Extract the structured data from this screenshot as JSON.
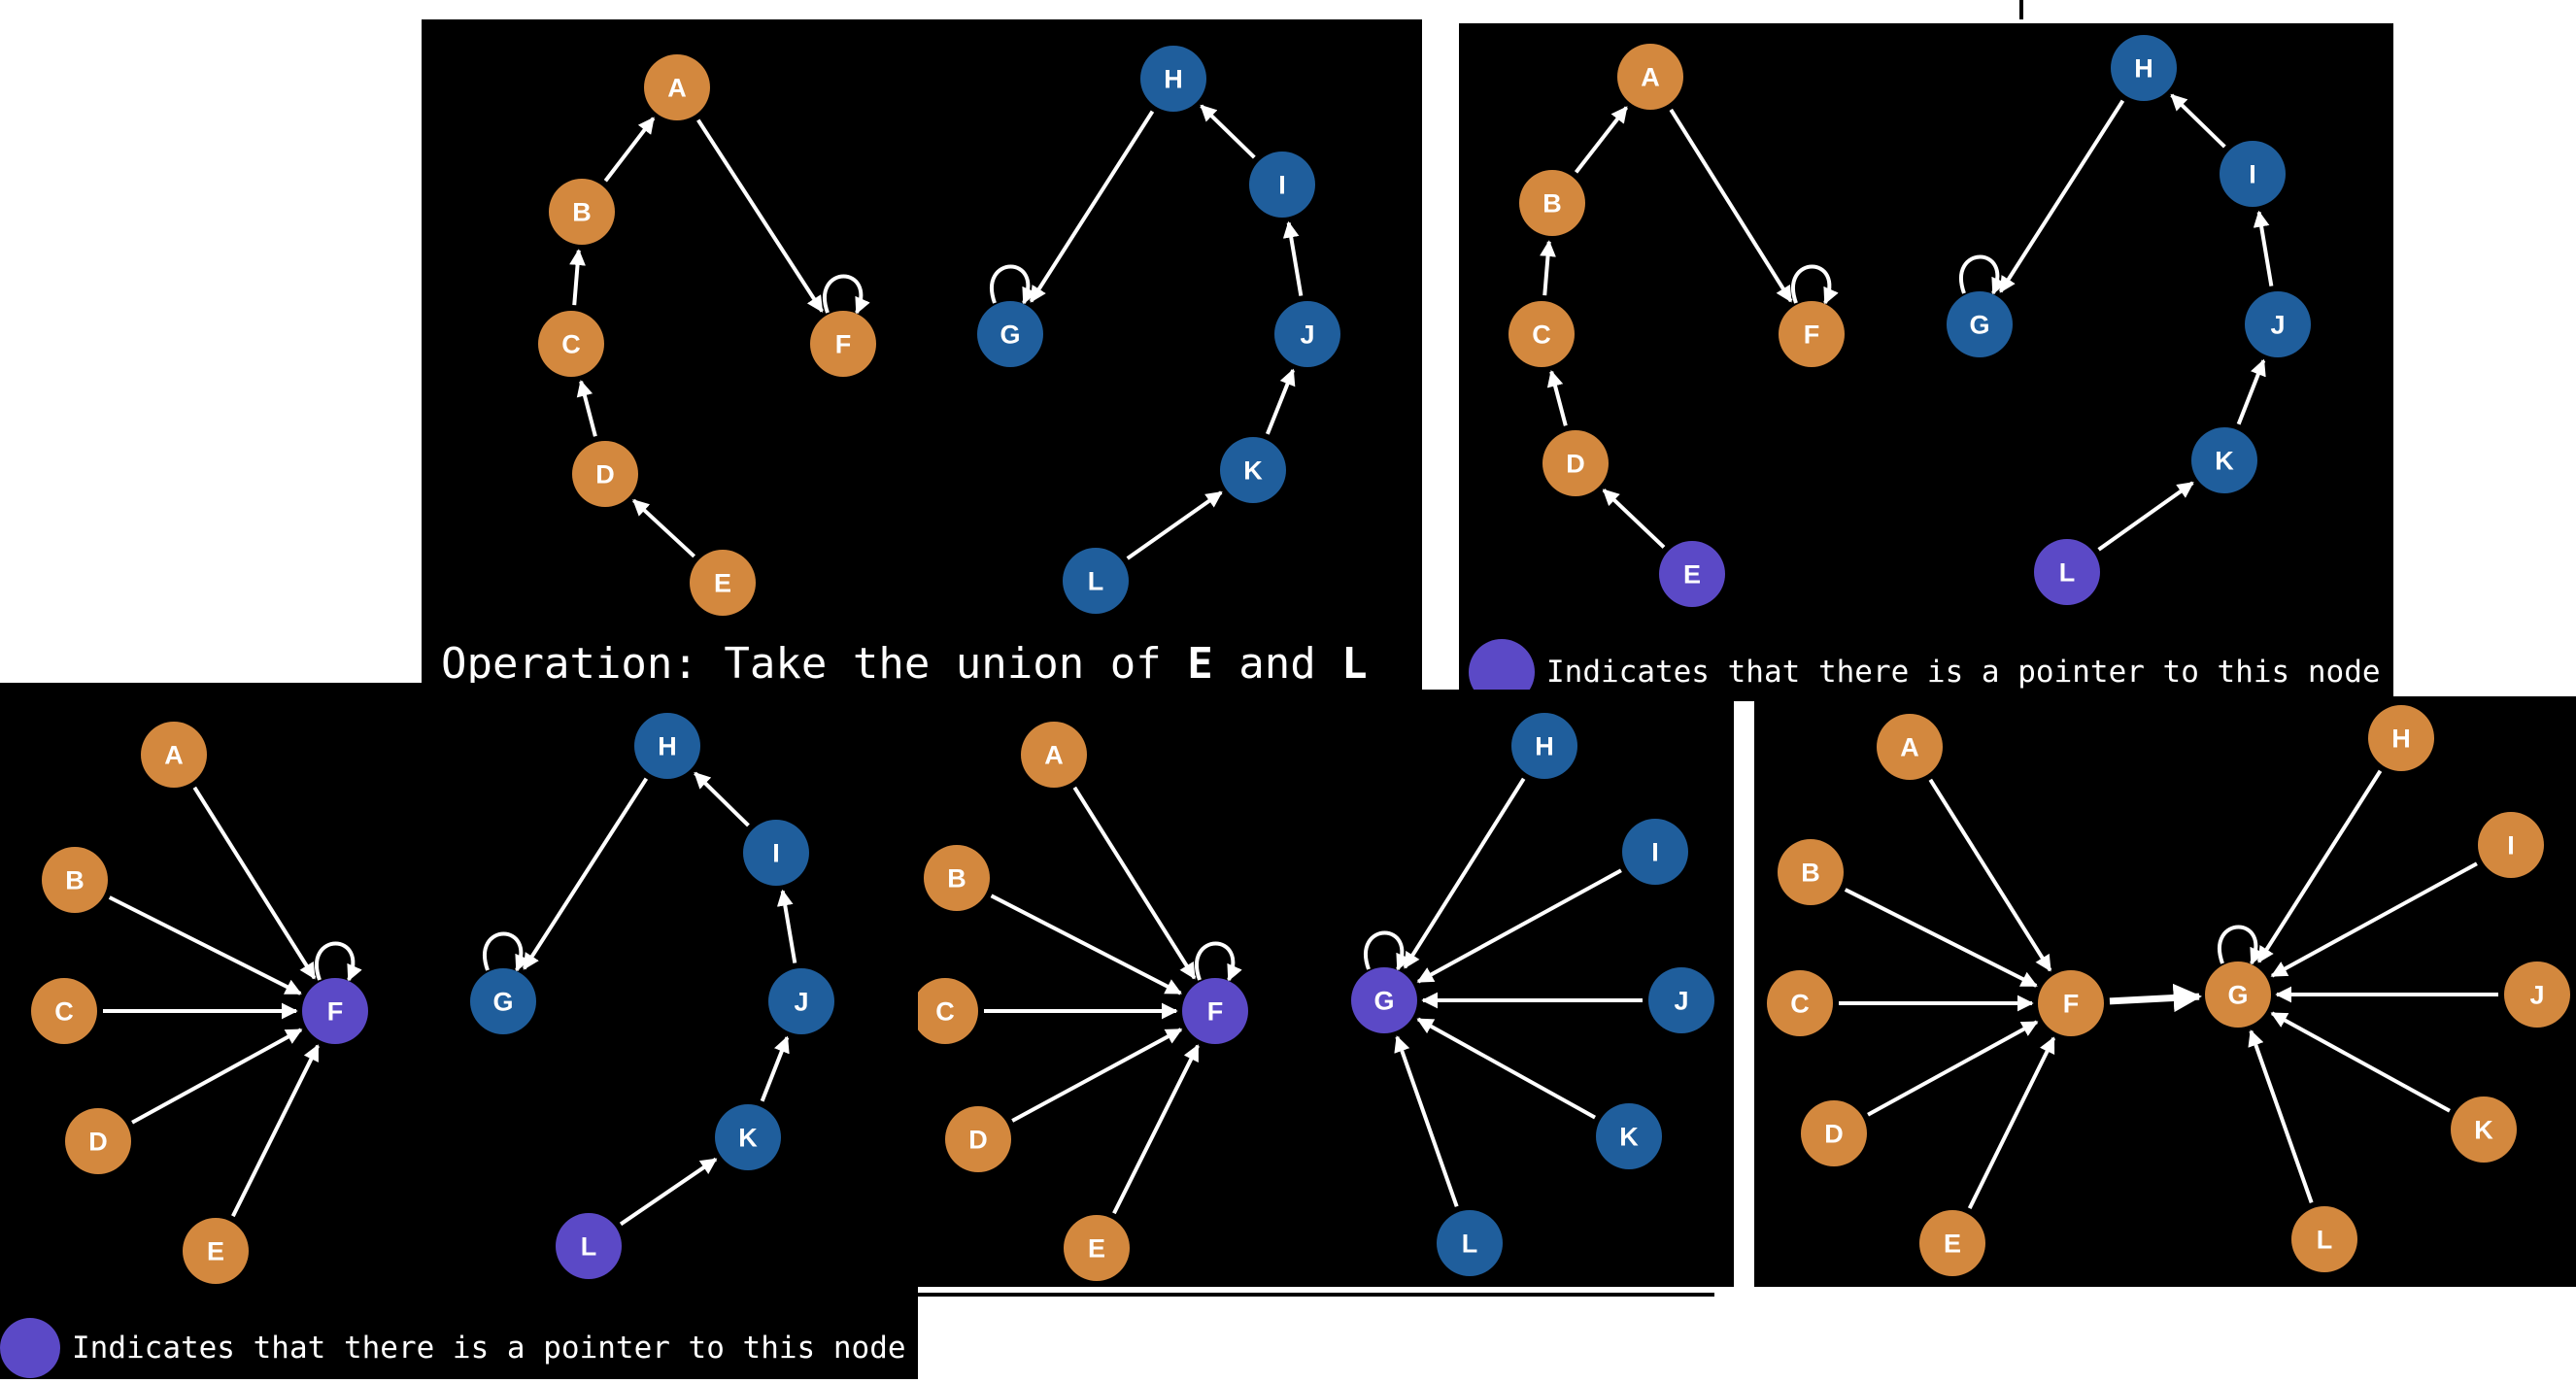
{
  "colors": {
    "orange": "#D3883E",
    "blue": "#1F5E9C",
    "pointer": "#5B49C6",
    "edge": "#FFFFFF",
    "background": "#000000"
  },
  "caption": {
    "prefix": "Operation: Take the union of ",
    "first": "E",
    "middle": " and ",
    "second": "L"
  },
  "legend": {
    "text": "Indicates that there is a pointer to this node"
  },
  "panels": [
    {
      "id": "p1",
      "nodes": [
        {
          "label": "A",
          "color": "orange"
        },
        {
          "label": "B",
          "color": "orange"
        },
        {
          "label": "C",
          "color": "orange"
        },
        {
          "label": "D",
          "color": "orange"
        },
        {
          "label": "E",
          "color": "orange"
        },
        {
          "label": "F",
          "color": "orange"
        },
        {
          "label": "G",
          "color": "blue"
        },
        {
          "label": "H",
          "color": "blue"
        },
        {
          "label": "I",
          "color": "blue"
        },
        {
          "label": "J",
          "color": "blue"
        },
        {
          "label": "K",
          "color": "blue"
        },
        {
          "label": "L",
          "color": "blue"
        }
      ],
      "edges": [
        [
          "E",
          "D"
        ],
        [
          "D",
          "C"
        ],
        [
          "C",
          "B"
        ],
        [
          "B",
          "A"
        ],
        [
          "A",
          "F"
        ],
        [
          "L",
          "K"
        ],
        [
          "K",
          "J"
        ],
        [
          "J",
          "I"
        ],
        [
          "I",
          "H"
        ],
        [
          "H",
          "G"
        ]
      ],
      "self_loops": [
        "F",
        "G"
      ]
    },
    {
      "id": "p2",
      "nodes": [
        {
          "label": "A",
          "color": "orange"
        },
        {
          "label": "B",
          "color": "orange"
        },
        {
          "label": "C",
          "color": "orange"
        },
        {
          "label": "D",
          "color": "orange"
        },
        {
          "label": "E",
          "color": "pointer"
        },
        {
          "label": "F",
          "color": "orange"
        },
        {
          "label": "G",
          "color": "blue"
        },
        {
          "label": "H",
          "color": "blue"
        },
        {
          "label": "I",
          "color": "blue"
        },
        {
          "label": "J",
          "color": "blue"
        },
        {
          "label": "K",
          "color": "blue"
        },
        {
          "label": "L",
          "color": "pointer"
        }
      ],
      "edges": [
        [
          "E",
          "D"
        ],
        [
          "D",
          "C"
        ],
        [
          "C",
          "B"
        ],
        [
          "B",
          "A"
        ],
        [
          "A",
          "F"
        ],
        [
          "L",
          "K"
        ],
        [
          "K",
          "J"
        ],
        [
          "J",
          "I"
        ],
        [
          "I",
          "H"
        ],
        [
          "H",
          "G"
        ]
      ],
      "self_loops": [
        "F",
        "G"
      ]
    },
    {
      "id": "p3",
      "nodes": [
        {
          "label": "A",
          "color": "orange"
        },
        {
          "label": "B",
          "color": "orange"
        },
        {
          "label": "C",
          "color": "orange"
        },
        {
          "label": "D",
          "color": "orange"
        },
        {
          "label": "E",
          "color": "orange"
        },
        {
          "label": "F",
          "color": "pointer"
        },
        {
          "label": "G",
          "color": "blue"
        },
        {
          "label": "H",
          "color": "blue"
        },
        {
          "label": "I",
          "color": "blue"
        },
        {
          "label": "J",
          "color": "blue"
        },
        {
          "label": "K",
          "color": "blue"
        },
        {
          "label": "L",
          "color": "pointer"
        }
      ],
      "edges": [
        [
          "A",
          "F"
        ],
        [
          "B",
          "F"
        ],
        [
          "C",
          "F"
        ],
        [
          "D",
          "F"
        ],
        [
          "E",
          "F"
        ],
        [
          "L",
          "K"
        ],
        [
          "K",
          "J"
        ],
        [
          "J",
          "I"
        ],
        [
          "I",
          "H"
        ],
        [
          "H",
          "G"
        ]
      ],
      "self_loops": [
        "F",
        "G"
      ]
    },
    {
      "id": "p4",
      "nodes": [
        {
          "label": "A",
          "color": "orange"
        },
        {
          "label": "B",
          "color": "orange"
        },
        {
          "label": "C",
          "color": "orange"
        },
        {
          "label": "D",
          "color": "orange"
        },
        {
          "label": "E",
          "color": "orange"
        },
        {
          "label": "F",
          "color": "pointer"
        },
        {
          "label": "G",
          "color": "pointer"
        },
        {
          "label": "H",
          "color": "blue"
        },
        {
          "label": "I",
          "color": "blue"
        },
        {
          "label": "J",
          "color": "blue"
        },
        {
          "label": "K",
          "color": "blue"
        },
        {
          "label": "L",
          "color": "blue"
        }
      ],
      "edges": [
        [
          "A",
          "F"
        ],
        [
          "B",
          "F"
        ],
        [
          "C",
          "F"
        ],
        [
          "D",
          "F"
        ],
        [
          "E",
          "F"
        ],
        [
          "H",
          "G"
        ],
        [
          "I",
          "G"
        ],
        [
          "J",
          "G"
        ],
        [
          "K",
          "G"
        ],
        [
          "L",
          "G"
        ]
      ],
      "self_loops": [
        "F",
        "G"
      ]
    },
    {
      "id": "p5",
      "nodes": [
        {
          "label": "A",
          "color": "orange"
        },
        {
          "label": "B",
          "color": "orange"
        },
        {
          "label": "C",
          "color": "orange"
        },
        {
          "label": "D",
          "color": "orange"
        },
        {
          "label": "E",
          "color": "orange"
        },
        {
          "label": "F",
          "color": "orange"
        },
        {
          "label": "G",
          "color": "orange"
        },
        {
          "label": "H",
          "color": "orange"
        },
        {
          "label": "I",
          "color": "orange"
        },
        {
          "label": "J",
          "color": "orange"
        },
        {
          "label": "K",
          "color": "orange"
        },
        {
          "label": "L",
          "color": "orange"
        }
      ],
      "edges": [
        [
          "A",
          "F"
        ],
        [
          "B",
          "F"
        ],
        [
          "C",
          "F"
        ],
        [
          "D",
          "F"
        ],
        [
          "E",
          "F"
        ],
        [
          "F",
          "G"
        ],
        [
          "H",
          "G"
        ],
        [
          "I",
          "G"
        ],
        [
          "J",
          "G"
        ],
        [
          "K",
          "G"
        ],
        [
          "L",
          "G"
        ]
      ],
      "self_loops": [
        "G"
      ]
    }
  ]
}
